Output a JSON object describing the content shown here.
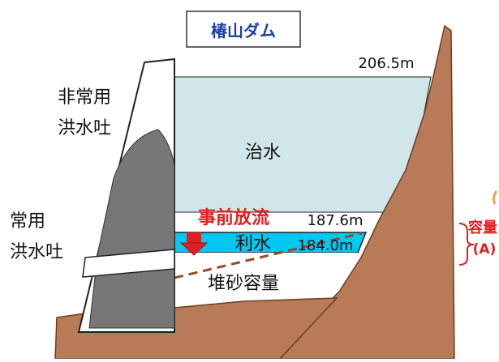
{
  "title": "椿山ダム",
  "labels": {
    "emergency_spillway": [
      "非常用",
      "洪水吐"
    ],
    "regular_spillway": [
      "常用",
      "洪水吐"
    ],
    "flood_control": "治水",
    "prior_release": "事前放流",
    "water_use": "利水",
    "sediment": "堆砂容量",
    "capacity": [
      "容量",
      "(A)"
    ]
  },
  "elevations": {
    "crest": "206.5m",
    "flood_top": "187.6m",
    "water_use_top": "184.0m"
  },
  "colors": {
    "rock": "#b97a57",
    "rock_outline": "#6b3e22",
    "flood_water": "#d0e6ea",
    "water_use": "#00c8f0",
    "dam_core": "#777777",
    "arrow": "#e02020",
    "prior_release_text": "#e02020",
    "capacity_text": "#e02020",
    "sediment_line": "#9a4a22"
  }
}
